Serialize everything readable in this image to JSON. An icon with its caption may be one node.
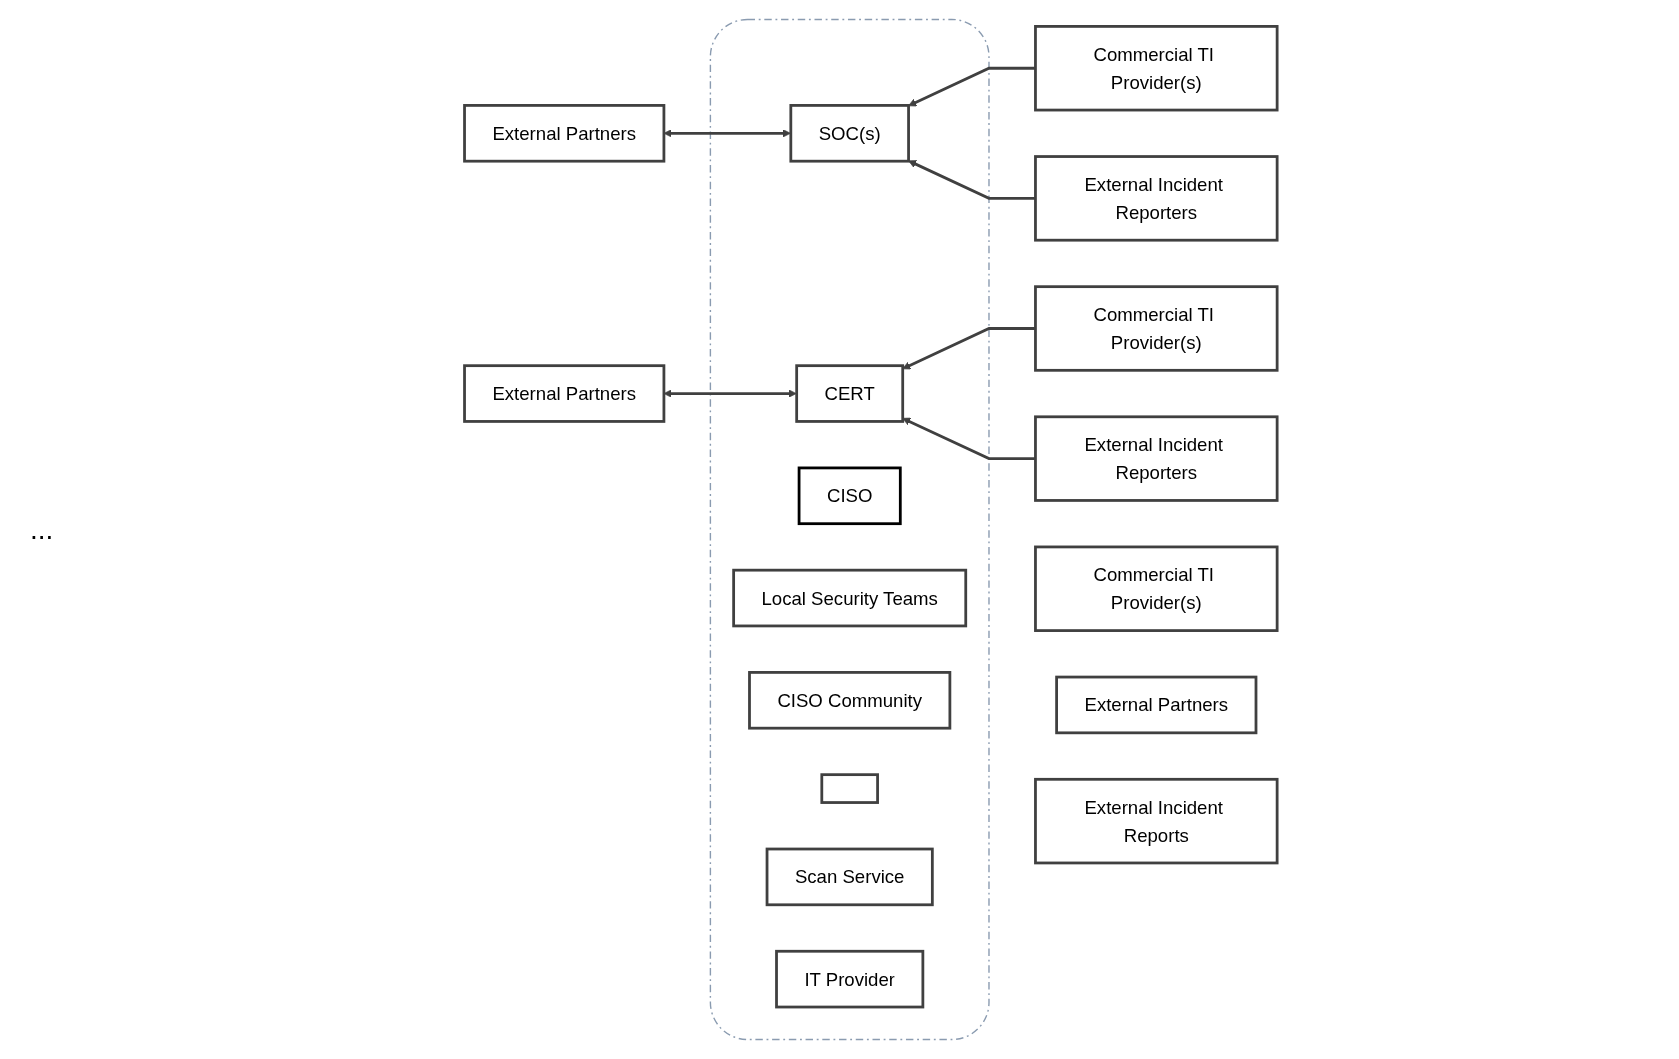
{
  "diagram": {
    "nodes": [
      {
        "text": [],
        "shape": "box"
      },
      {
        "text": [
          "CISO"
        ],
        "in": 0
      },
      {
        "text": [
          "SOC(s)"
        ],
        "in": 0
      },
      {
        "text": [
          "Local Security Teams"
        ],
        "in": 0
      },
      {
        "text": [
          "CERT"
        ],
        "in": 0
      },
      {
        "text": [
          "CISO Community"
        ],
        "in": 0
      },
      {
        "text": [],
        "shape": "box",
        "in": 0
      },
      {
        "text": [
          "Scan Service"
        ],
        "in": 0
      },
      {
        "text": [
          "IT Provider"
        ],
        "in": 0
      },
      {
        "text": [
          "Commercial TI Provider(s)"
        ]
      },
      {
        "text": [
          "External Partners"
        ]
      },
      {
        "text": [
          "External Incident Reporters"
        ]
      },
      {
        "text": [
          "Commercial TI Provider(s)"
        ]
      },
      {
        "text": [
          "External Partners"
        ]
      },
      {
        "text": [
          "External Incident Reports"
        ]
      },
      {
        "text": [
          "Commercial TI Provider(s)"
        ]
      },
      {
        "text": [
          "External Partners"
        ]
      },
      {
        "text": [
          "External Incident Reporters"
        ]
      }
    ],
    "edges": [
      {
        "from": 9,
        "to": 2,
        "arrow": "to"
      },
      {
        "from": 2,
        "to": 10,
        "arrow": "both"
      },
      {
        "from": 11,
        "to": 2,
        "arrow": "to"
      },
      {
        "from": 15,
        "to": 4,
        "arrow": "to"
      },
      {
        "from": 4,
        "to": 16,
        "arrow": "both"
      },
      {
        "from": 17,
        "to": 4,
        "arrow": "to"
      }
    ],
    "labels": [
      "..."
    ]
  }
}
